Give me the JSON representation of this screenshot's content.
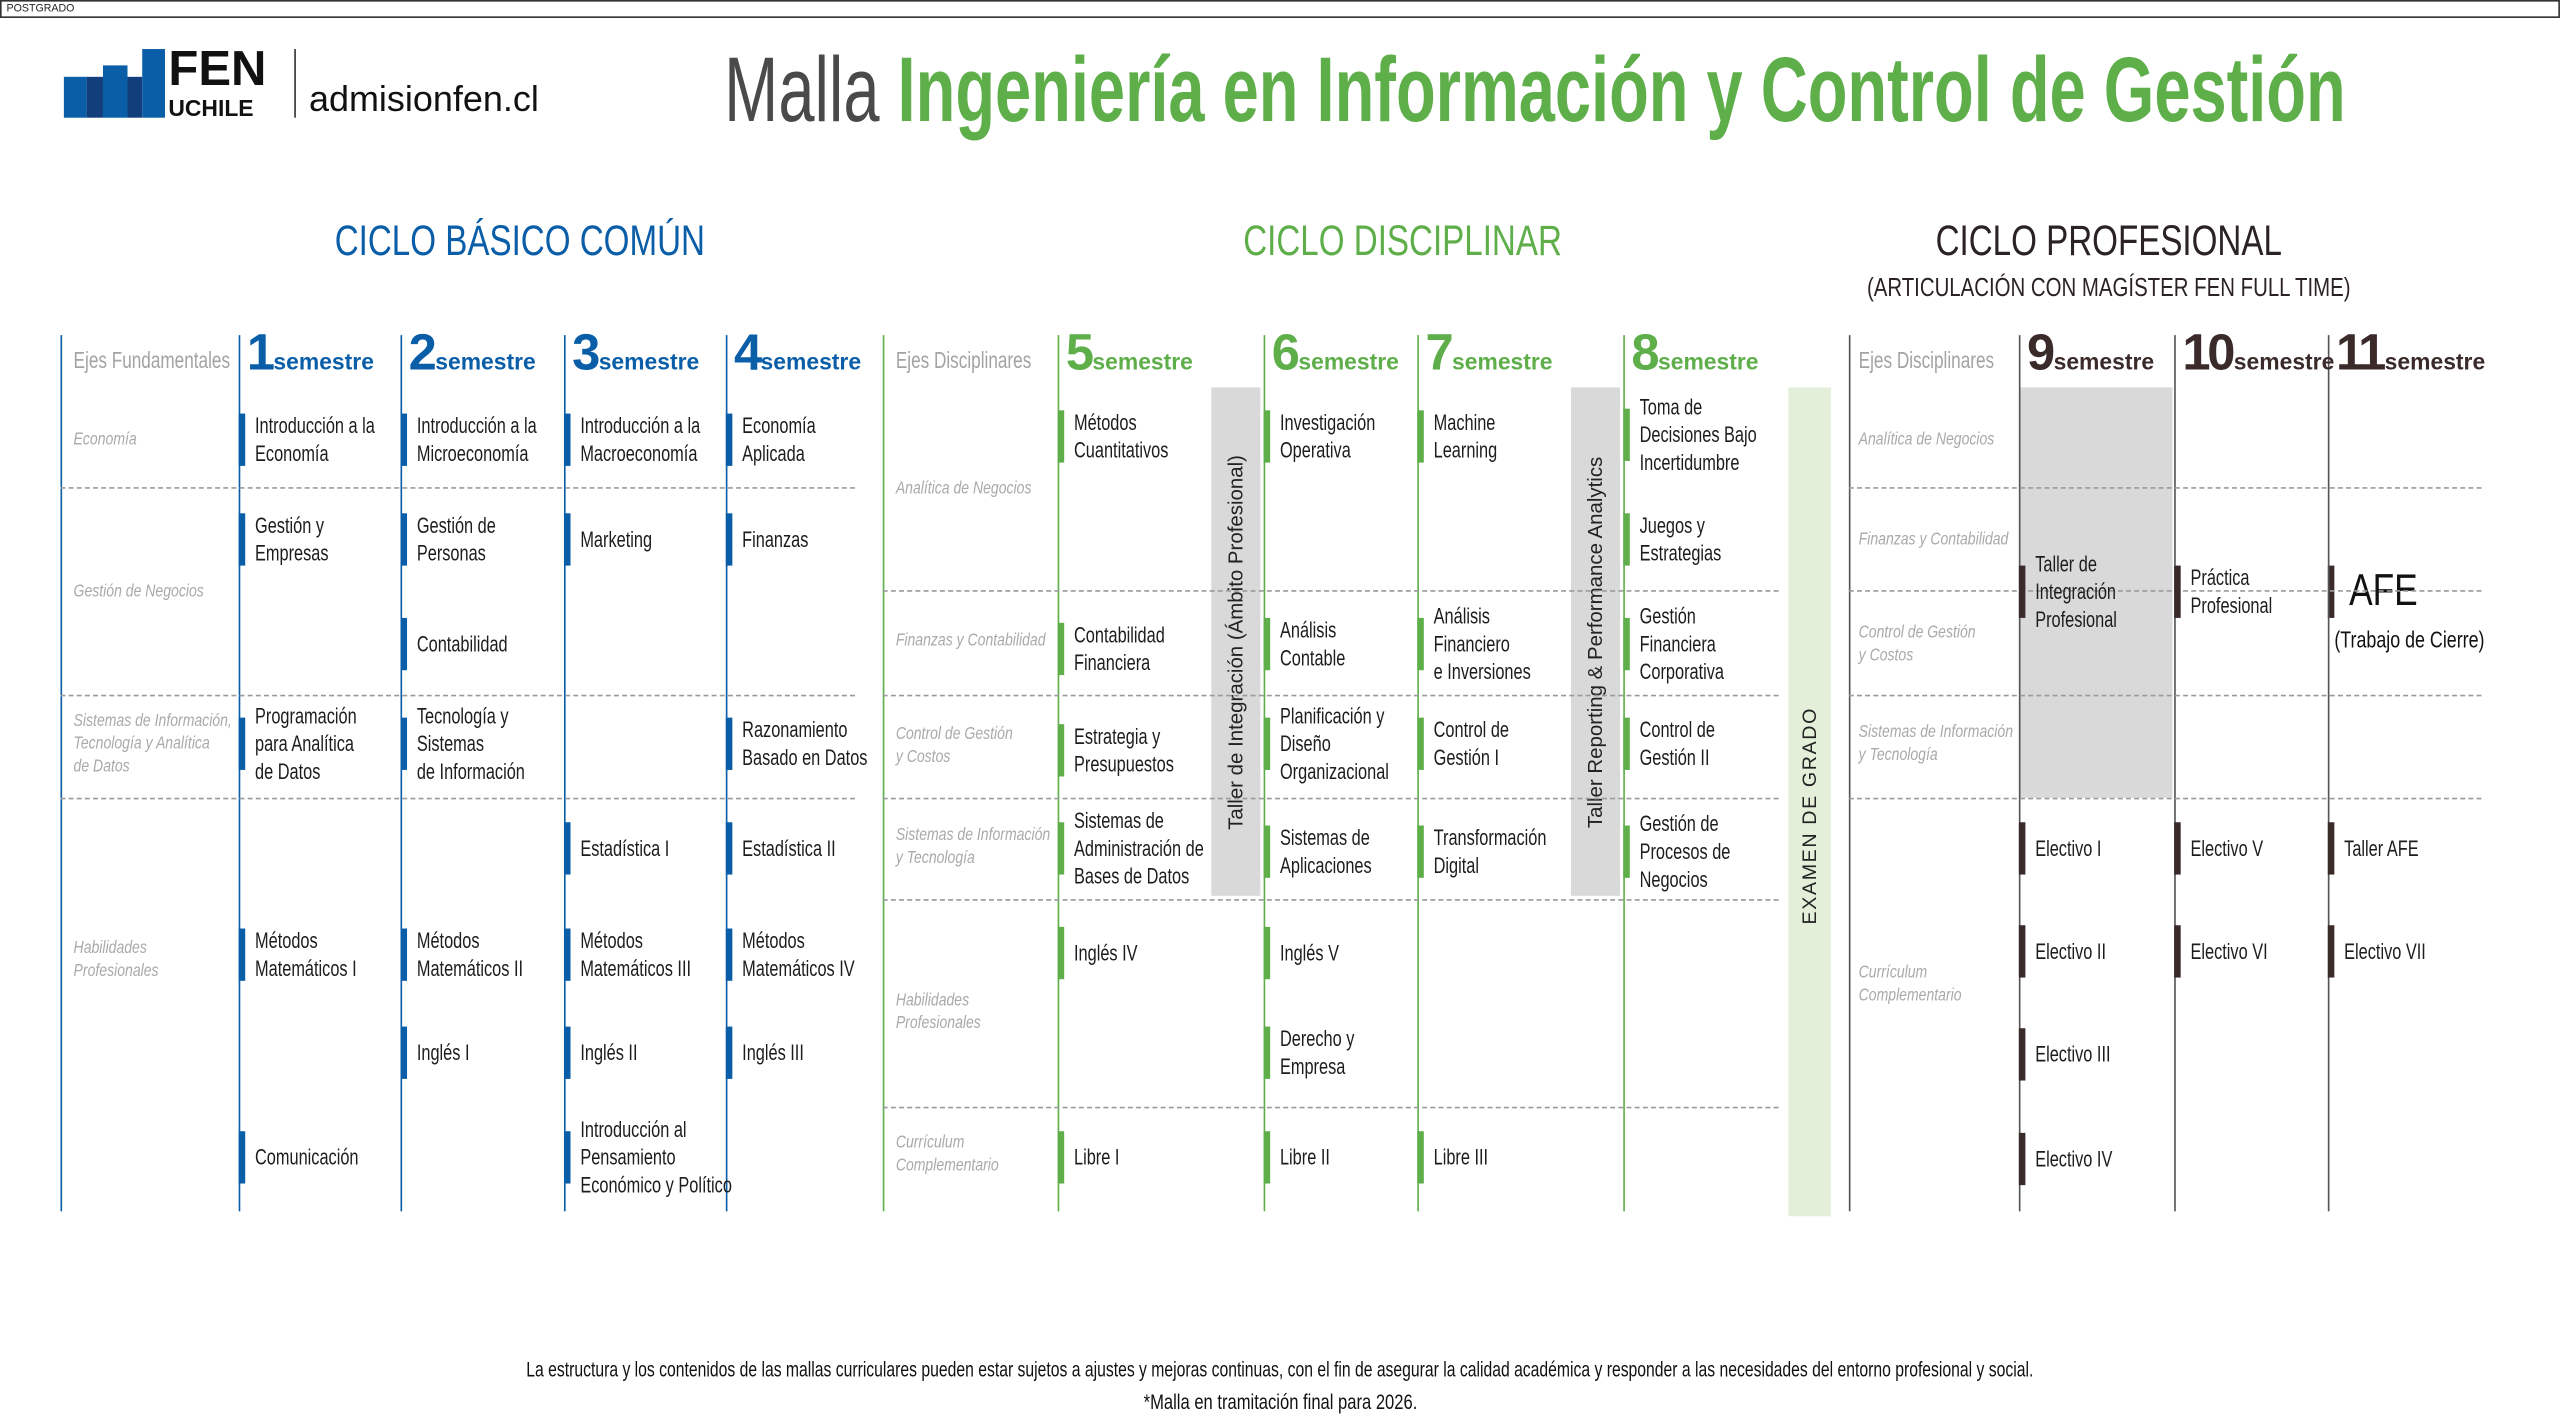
{
  "header": {
    "logo_top": "FEN",
    "logo_bottom": "UCHILE",
    "site": "admisionfen.cl",
    "title_prefix": "Malla",
    "title_main": "Ingeniería en Información y Control de Gestión"
  },
  "cycles": {
    "basic": "CICLO BÁSICO COMÚN",
    "disc": "CICLO DISCIPLINAR",
    "prof": "CICLO PROFESIONAL",
    "prof_sub": "(ARTICULACIÓN CON MAGÍSTER FEN FULL TIME)"
  },
  "axes": {
    "basic": {
      "title": "Ejes Fundamentales",
      "items": [
        "Economía",
        "Gestión de Negocios",
        "Sistemas de Información,\nTecnología y Analítica\nde Datos",
        "Habilidades\nProfesionales"
      ]
    },
    "disc": {
      "title": "Ejes Disciplinares",
      "items": [
        "Analítica de Negocios",
        "Finanzas y Contabilidad",
        "Control de Gestión\ny Costos",
        "Sistemas de Información\ny Tecnología",
        "Habilidades\nProfesionales",
        "Currículum\nComplementario"
      ]
    },
    "prof": {
      "title": "Ejes Disciplinares",
      "items": [
        "Analítica de Negocios",
        "Finanzas y Contabilidad",
        "Control de Gestión\ny Costos",
        "Sistemas de Información\ny Tecnología",
        "Currículum\nComplementario"
      ]
    }
  },
  "semesters": [
    {
      "num": "1",
      "label": "semestre",
      "courses": [
        "Introducción a la\nEconomía",
        "Gestión y\nEmpresas",
        "Programación\npara Analítica\nde Datos",
        "Métodos\nMatemáticos I",
        "Comunicación"
      ]
    },
    {
      "num": "2",
      "label": "semestre",
      "courses": [
        "Introducción a la\nMicroeconomía",
        "Gestión de\nPersonas",
        "Contabilidad",
        "Tecnología y\nSistemas\nde Información",
        "Métodos\nMatemáticos II",
        "Inglés I"
      ]
    },
    {
      "num": "3",
      "label": "semestre",
      "courses": [
        "Introducción a la\nMacroeconomía",
        "Marketing",
        "Estadística I",
        "Métodos\nMatemáticos III",
        "Inglés II",
        "Introducción al\nPensamiento\nEconómico y Político"
      ]
    },
    {
      "num": "4",
      "label": "semestre",
      "courses": [
        "Economía\nAplicada",
        "Finanzas",
        "Razonamiento\nBasado en Datos",
        "Estadística II",
        "Métodos\nMatemáticos IV",
        "Inglés III"
      ]
    },
    {
      "num": "5",
      "label": "semestre",
      "courses": [
        "Métodos\nCuantitativos",
        "Contabilidad\nFinanciera",
        "Estrategia y\nPresupuestos",
        "Sistemas de\nAdministración de\nBases de Datos",
        "Inglés IV",
        "Libre I"
      ]
    },
    {
      "num": "6",
      "label": "semestre",
      "courses": [
        "Investigación\nOperativa",
        "Análisis\nContable",
        "Planificación y\nDiseño\nOrganizacional",
        "Sistemas de\nAplicaciones",
        "Inglés V",
        "Derecho y\nEmpresa",
        "Libre II"
      ]
    },
    {
      "num": "7",
      "label": "semestre",
      "courses": [
        "Machine\nLearning",
        "Análisis\nFinanciero\ne Inversiones",
        "Control de\nGestión I",
        "Transformación\nDigital",
        "Libre III"
      ]
    },
    {
      "num": "8",
      "label": "semestre",
      "courses": [
        "Toma de\nDecisiones Bajo\nIncertidumbre",
        "Juegos y\nEstrategias",
        "Gestión\nFinanciera\nCorporativa",
        "Control de\nGestión II",
        "Gestión de\nProcesos de\nNegocios"
      ]
    },
    {
      "num": "9",
      "label": "semestre",
      "courses": [
        "Taller de\nIntegración\nProfesional",
        "Electivo I",
        "Electivo II",
        "Electivo III",
        "Electivo IV"
      ]
    },
    {
      "num": "10",
      "label": "semestre",
      "courses": [
        "Práctica\nProfesional",
        "Electivo V",
        "Electivo VI"
      ]
    },
    {
      "num": "11",
      "label": "semestre",
      "badge": "POSTGRADO",
      "courses": [
        "Taller AFE",
        "Electivo VII"
      ]
    }
  ],
  "afe": {
    "title": "AFE",
    "note": "(Trabajo de Cierre)"
  },
  "bands": {
    "taller_integracion": "Taller de Integración (Ámbito Profesional)",
    "taller_reporting": "Taller Reporting & Performance Analytics",
    "examen": "EXAMEN DE GRADO"
  },
  "footer": {
    "note": "La estructura y los contenidos de las mallas curriculares pueden estar sujetos a ajustes y mejoras continuas, con el fin de asegurar la calidad académica y responder a las necesidades del entorno profesional y social.",
    "note2": "*Malla en tramitación final para 2026."
  },
  "colors": {
    "blue": "#0a5ea8",
    "green": "#5eae4a",
    "dark": "#3b2a2a",
    "band_gray": "#d9d9d9",
    "band_green": "#e3efd9"
  }
}
